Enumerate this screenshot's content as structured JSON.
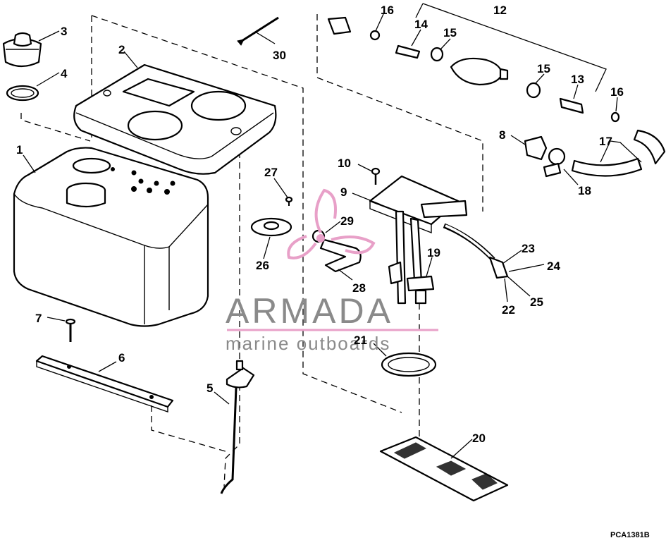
{
  "diagram": {
    "part_numbers": {
      "p1": "1",
      "p2": "2",
      "p3": "3",
      "p4": "4",
      "p5": "5",
      "p6": "6",
      "p7": "7",
      "p8": "8",
      "p9": "9",
      "p10": "10",
      "p12": "12",
      "p13": "13",
      "p14": "14",
      "p15a": "15",
      "p15b": "15",
      "p16a": "16",
      "p16b": "16",
      "p17": "17",
      "p18": "18",
      "p19": "19",
      "p20": "20",
      "p21": "21",
      "p22": "22",
      "p23": "23",
      "p24": "24",
      "p25": "25",
      "p26": "26",
      "p27": "27",
      "p28": "28",
      "p29": "29",
      "p30": "30"
    },
    "figure_code": "PCA1381B"
  },
  "watermark": {
    "brand": "ARMADA",
    "tagline": "marine outboards",
    "colors": {
      "logo": "#e8a0c8",
      "text": "#8a8a8a"
    }
  }
}
